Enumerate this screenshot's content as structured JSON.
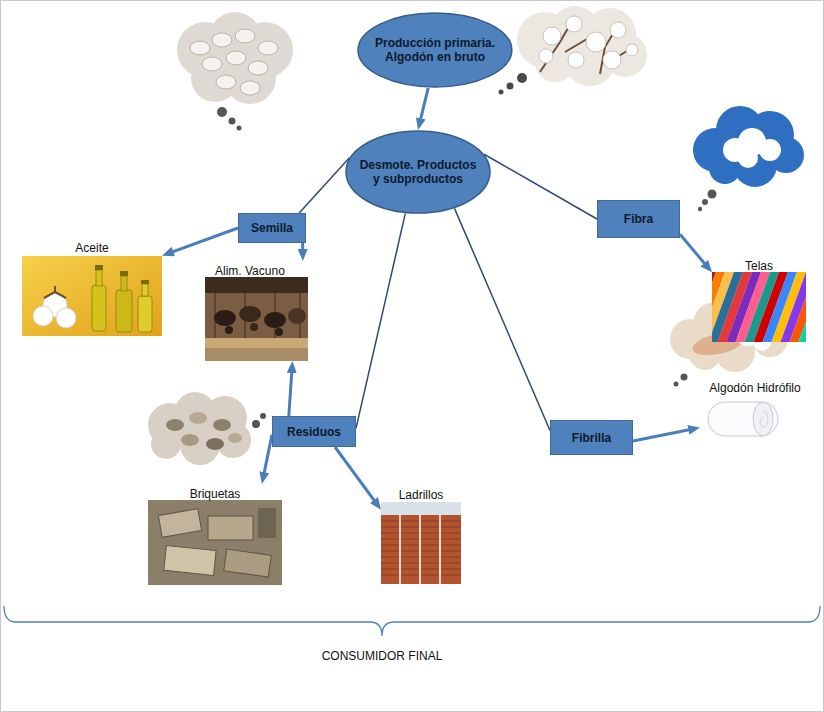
{
  "diagram": {
    "nodes": [
      {
        "text": [
          "Producción primaria. Algodón en bruto"
        ]
      },
      {
        "text": [
          "Semilla"
        ]
      },
      {
        "text": [
          "Fibra"
        ]
      },
      {
        "text": [
          "Aceite"
        ]
      },
      {
        "text": [
          "Alim. Vacuno"
        ]
      },
      {
        "text": [
          "Desmote. Productos y subproductos"
        ]
      },
      {
        "text": [
          "Telas"
        ]
      },
      {
        "text": [
          "Algodón Hidrófilo"
        ]
      },
      {
        "text": [
          "Residuos"
        ]
      },
      {
        "text": [
          "Fibrilla"
        ]
      },
      {
        "text": [
          "Briquetas"
        ]
      },
      {
        "text": [
          "Ladrillos"
        ]
      }
    ],
    "edges": [
      {
        "from": 0,
        "to": 5,
        "arrow": "to"
      },
      {
        "from": 5,
        "to": 1,
        "arrow": "none"
      },
      {
        "from": 5,
        "to": 2,
        "arrow": "none"
      },
      {
        "from": 1,
        "to": 3,
        "arrow": "to"
      },
      {
        "from": 1,
        "to": 4,
        "arrow": "to"
      },
      {
        "from": 2,
        "to": 6,
        "arrow": "to"
      },
      {
        "from": 5,
        "to": 8,
        "arrow": "none"
      },
      {
        "from": 5,
        "to": 9,
        "arrow": "none"
      },
      {
        "from": 8,
        "to": 4,
        "arrow": "to"
      },
      {
        "from": 8,
        "to": 10,
        "arrow": "to"
      },
      {
        "from": 8,
        "to": 11,
        "arrow": "to"
      },
      {
        "from": 9,
        "to": 7,
        "arrow": "to"
      }
    ],
    "labels": [
      "CONSUMIDOR FINAL"
    ]
  }
}
